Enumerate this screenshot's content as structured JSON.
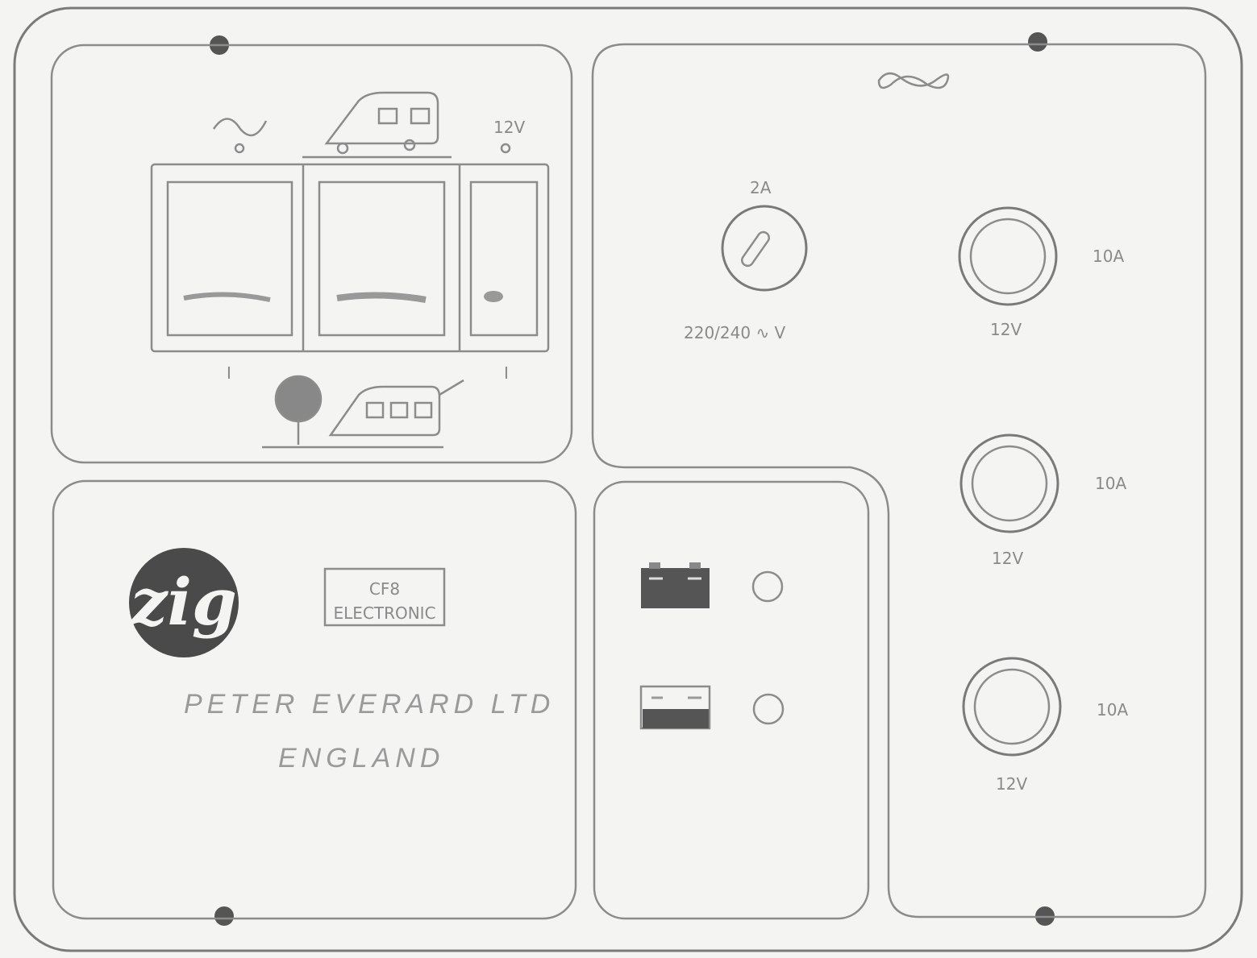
{
  "panel": {
    "switches": {
      "mains_symbol": "~",
      "dc_label": "12V",
      "left_mark": "I",
      "right_mark": "I"
    },
    "fuses": {
      "mains_fuse_rating": "2A",
      "mains_voltage": "220/240 ∿ V",
      "dc_fuses": [
        {
          "rating": "10A",
          "voltage": "12V"
        },
        {
          "rating": "10A",
          "voltage": "12V"
        },
        {
          "rating": "10A",
          "voltage": "12V"
        }
      ]
    },
    "branding": {
      "logo_text": "zig",
      "model_line1": "CF8",
      "model_line2": "ELECTRONIC",
      "company": "PETER EVERARD LTD",
      "country": "ENGLAND"
    },
    "colors": {
      "line": "#7a7a7a",
      "background": "#f4f4f2",
      "logo": "#4a4a4a"
    }
  }
}
